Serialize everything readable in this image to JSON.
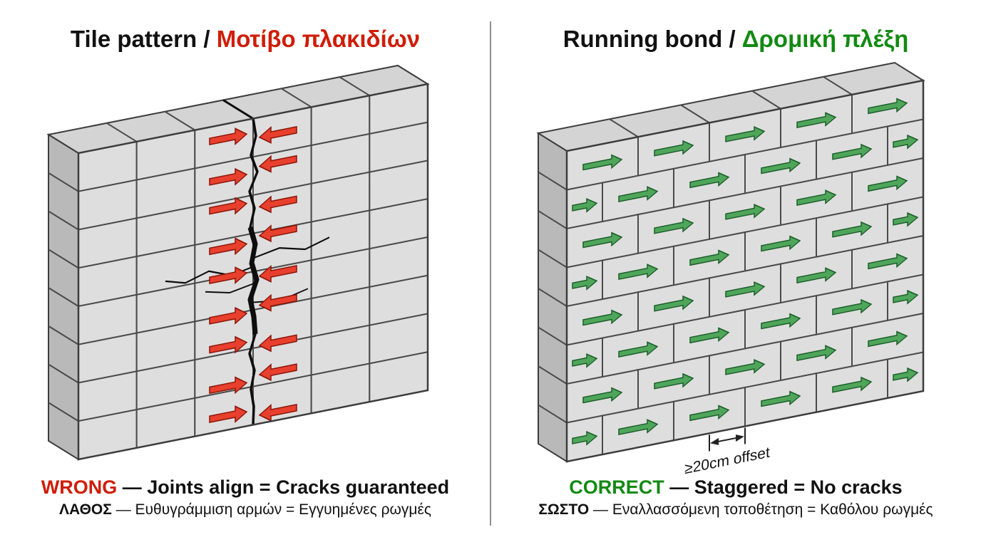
{
  "left": {
    "title_en": "Tile pattern / ",
    "title_el": "Μοτίβο πλακιδίων",
    "caption1_head": "WRONG",
    "caption1_rest": " — Joints align = Cracks guaranteed",
    "caption2_head": "ΛΑΘΟΣ",
    "caption2_rest": " — Ευθυγράμμιση αρμών = Εγγυημένες ρωγμές"
  },
  "right": {
    "title_en": "Running bond / ",
    "title_el": "Δρομική πλέξη",
    "caption1_head": "CORRECT",
    "caption1_rest": " — Staggered = No cracks",
    "caption2_head": "ΣΩΣΤΟ",
    "caption2_rest": " — Εναλλασσόμενη τοποθέτηση = Καθόλου ρωγμές",
    "offset_label": "≥20cm offset"
  },
  "colors": {
    "red": "#cf1d08",
    "green": "#128a12",
    "arrow-red": "#e8402e",
    "arrow-red-edge": "#8c1407",
    "arrow-green": "#4fa65b",
    "arrow-green-edge": "#1c5e2a",
    "tile": "#dedede",
    "mortar": "#4a4a4a",
    "top-face": "#d4d4d4",
    "side-face": "#b9b9b9",
    "outline": "#3c3c3c",
    "crack": "#0e0e0e"
  },
  "diagram": {
    "left_wall": {
      "rows": 8,
      "cols": 6,
      "crack_joint": 3,
      "arrow_rows": 9
    },
    "right_wall": {
      "rows": 8,
      "columns": 5,
      "offset_fraction": 0.5
    }
  }
}
